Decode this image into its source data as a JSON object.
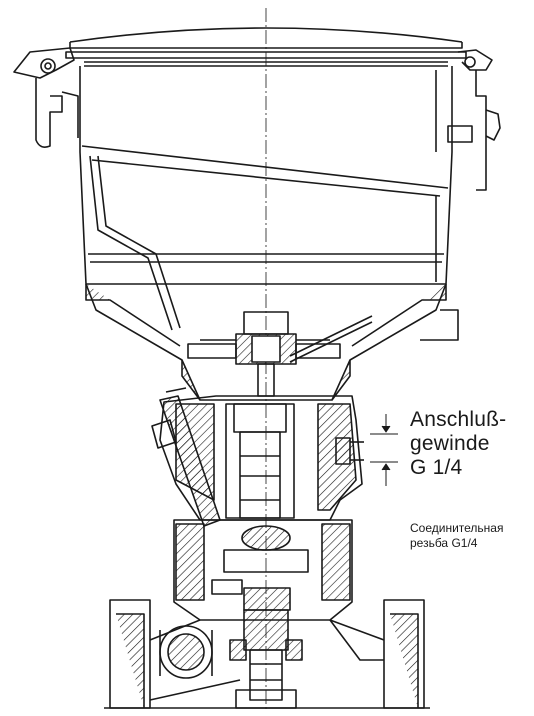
{
  "labels": {
    "thread_de": [
      "Anschluß-",
      "gewinde",
      "G 1/4"
    ],
    "thread_ru": [
      "Соединительная",
      "резьба G1/4"
    ]
  },
  "colors": {
    "line": "#1a1a1a",
    "background": "#ffffff"
  }
}
